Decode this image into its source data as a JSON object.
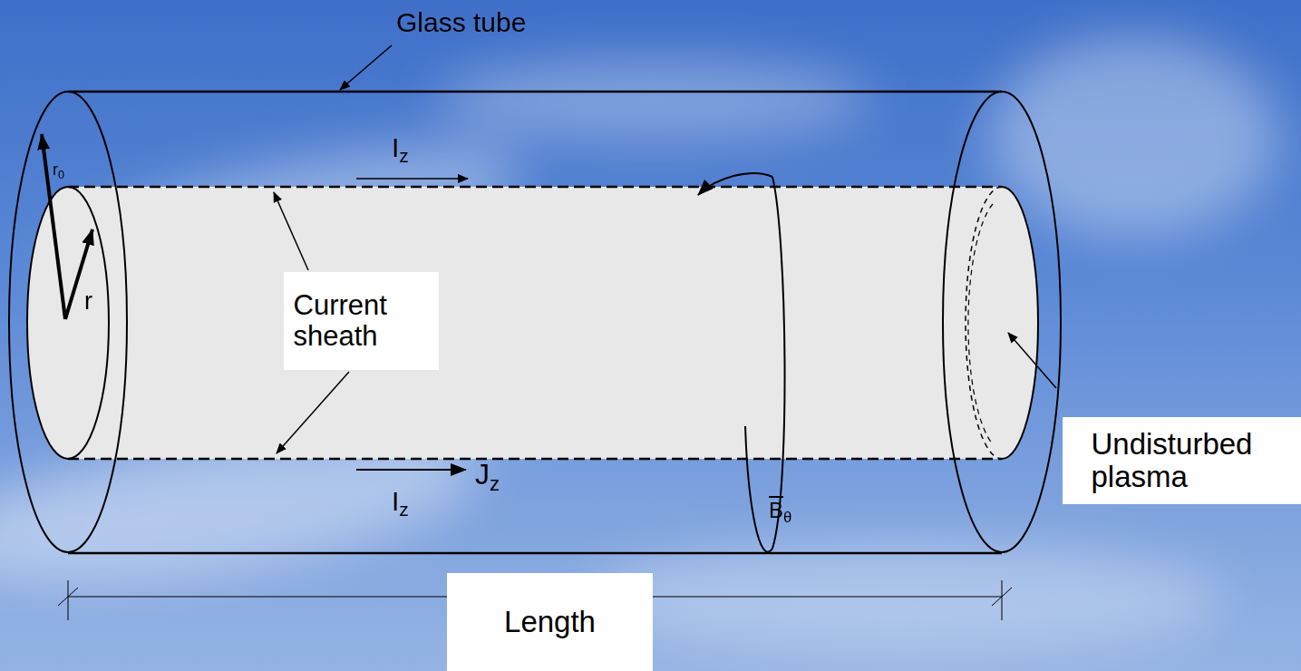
{
  "diagram": {
    "labels": [
      "Glass tube",
      "r0",
      "Iz",
      "r",
      "Current sheath",
      "Undisturbed plasma",
      "Iz",
      "Jz",
      "Bθ",
      "Length"
    ]
  }
}
